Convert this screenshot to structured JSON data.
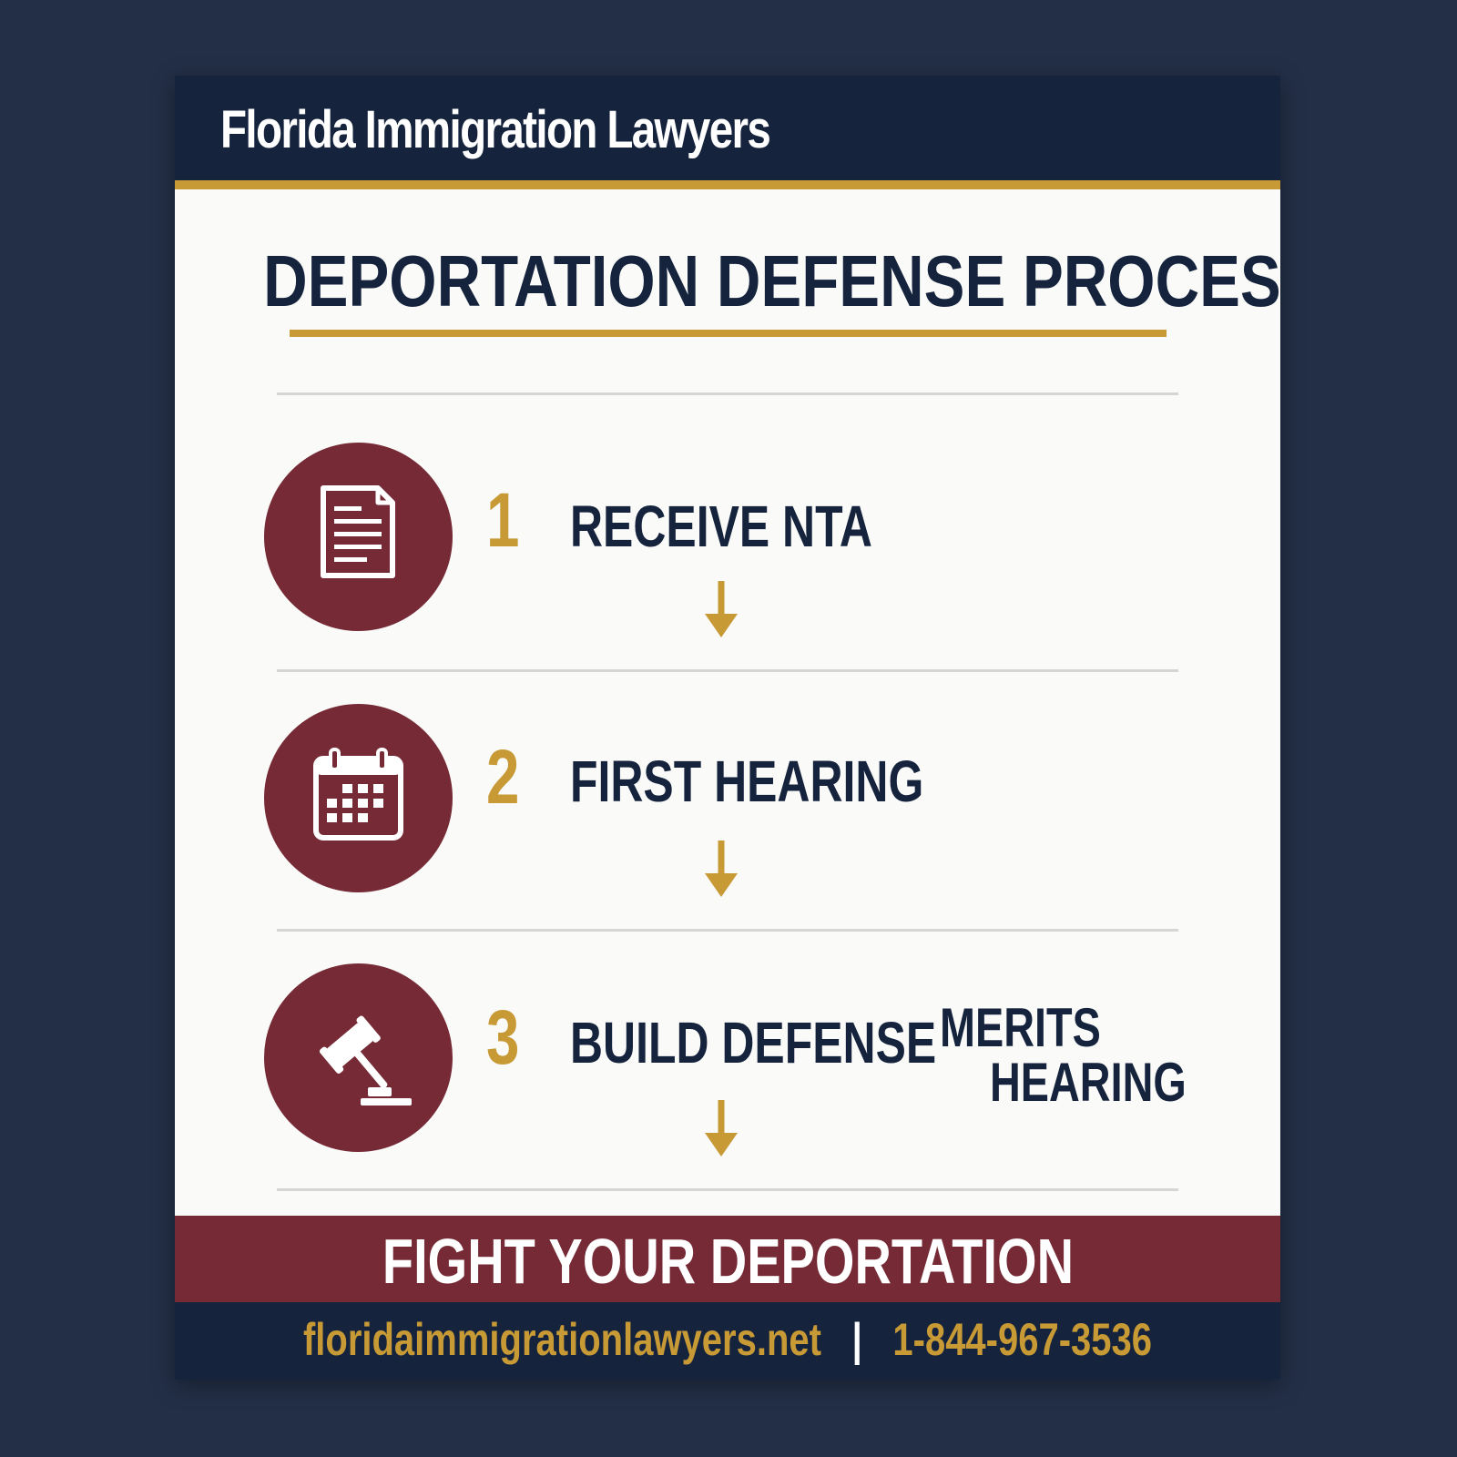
{
  "header": {
    "brand": "Florida Immigration Lawyers"
  },
  "title": "DEPORTATION DEFENSE PROCESS",
  "steps": [
    {
      "number": "1",
      "label": "RECEIVE NTA",
      "icon": "document-icon"
    },
    {
      "number": "2",
      "label": "FIRST HEARING",
      "icon": "calendar-icon"
    },
    {
      "number": "3",
      "label": "BUILD DEFENSE",
      "icon": "gavel-icon"
    }
  ],
  "side_note": {
    "line1": "MERITS",
    "line2": "HEARING"
  },
  "cta": "FIGHT YOUR DEPORTATION",
  "footer": {
    "website": "floridaimmigrationlawyers.net",
    "separator": "|",
    "phone": "1-844-967-3536"
  },
  "colors": {
    "background": "#232f47",
    "navy": "#15233d",
    "gold": "#c79a35",
    "maroon": "#762a36",
    "card": "#fafaf9"
  }
}
